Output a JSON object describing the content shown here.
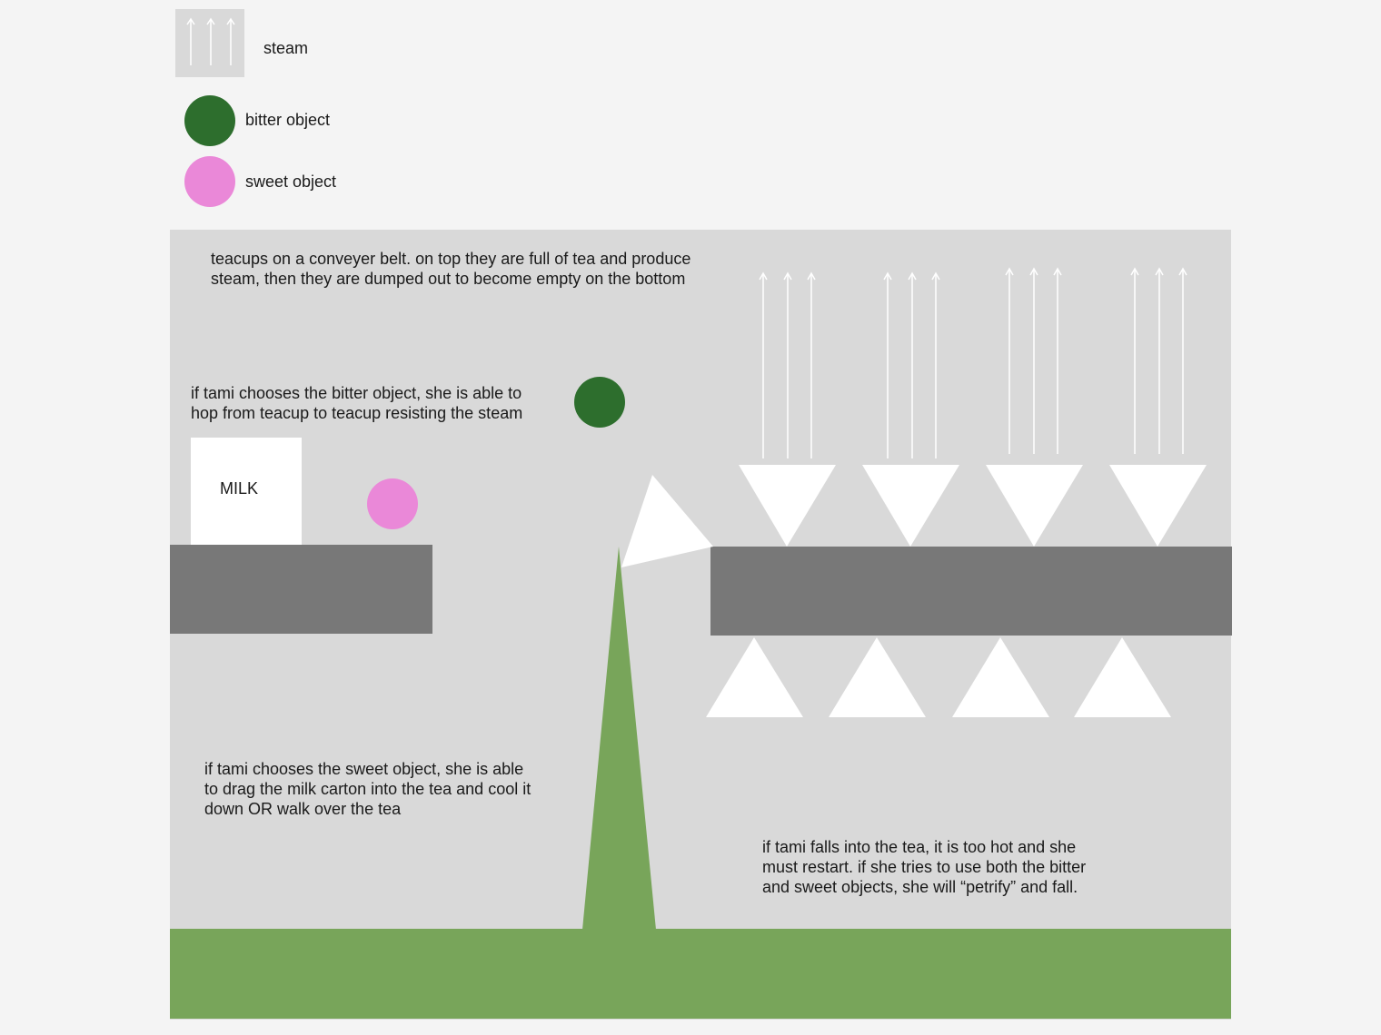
{
  "colors": {
    "background": "#f4f4f4",
    "board": "#d9d9d9",
    "platform": "#787878",
    "ground": "#78a55a",
    "bitter": "#2d6e2d",
    "sweet": "#ea88d8",
    "teacup": "#ffffff",
    "steam": "#ffffff"
  },
  "legend": {
    "steam_label": "steam",
    "bitter_label": "bitter object",
    "sweet_label": "sweet object"
  },
  "notes": {
    "conveyor": "teacups on a conveyer belt. on top they are full of tea and produce\nsteam, then they are dumped out to become empty on the bottom",
    "bitter": "if tami chooses the bitter object, she is able to\nhop from teacup to teacup resisting the steam",
    "sweet": "if tami chooses the sweet object, she is able\nto drag the milk carton into the tea and cool it\ndown OR walk over the tea",
    "fall": "if tami falls into the tea, it is too hot and she\nmust restart. if she tries to use both the bitter\nand sweet objects, she will “petrify” and fall."
  },
  "milk_label": "MILK"
}
